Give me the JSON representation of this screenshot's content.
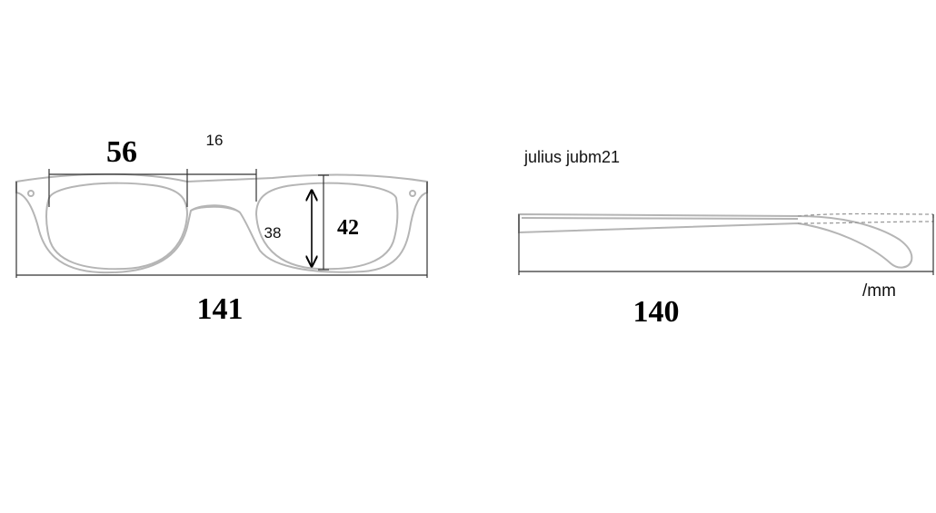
{
  "model_name": "julius jubm21",
  "unit_label": "/mm",
  "front_view": {
    "lens_width": "56",
    "bridge_width": "16",
    "lens_height_inner": "38",
    "lens_height_outer": "42",
    "total_width": "141"
  },
  "side_view": {
    "temple_length": "140"
  }
}
